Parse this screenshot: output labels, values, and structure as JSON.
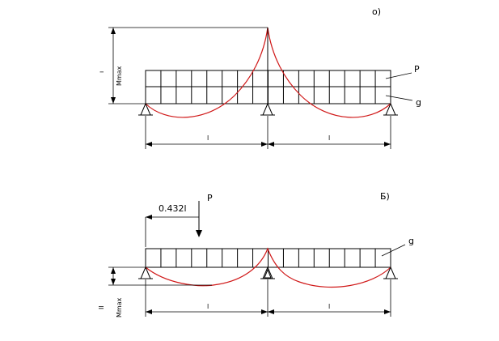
{
  "diagram_a": {
    "label": "о)",
    "moment_label": "Mmax",
    "moment_mark": "ı",
    "load_p": "P",
    "load_g": "g",
    "span_left": "l",
    "span_right": "l"
  },
  "diagram_b": {
    "label": "Б)",
    "distance": "0.432l",
    "load_p": "P",
    "load_g": "g",
    "moment_label": "Mmax",
    "moment_mark": "II",
    "span_left": "l",
    "span_right": "l"
  },
  "colors": {
    "line": "#000000",
    "moment_curve": "#d01818",
    "background": "#ffffff"
  }
}
